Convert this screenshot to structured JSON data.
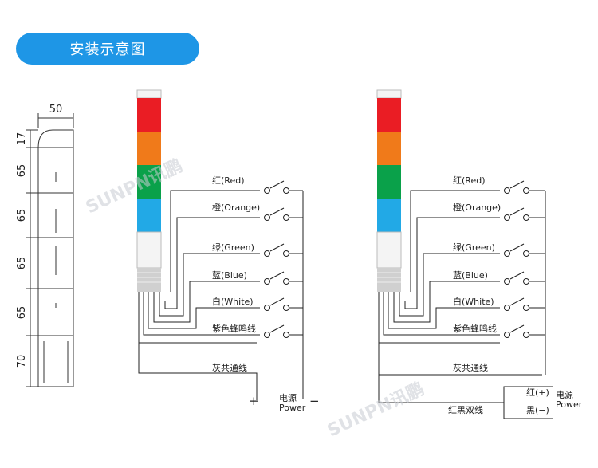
{
  "title": "安装示意图",
  "watermark": "SUNPN讯鹏",
  "dimensions": {
    "width": "50",
    "segments": [
      "17",
      "65",
      "65",
      "65",
      "65",
      "70"
    ]
  },
  "colors": {
    "accent": "#1e96e6",
    "red": "#ea1d24",
    "orange": "#f07a1a",
    "green": "#0aa14a",
    "blue": "#22a9e6",
    "white": "#f4f4f4",
    "gray": "#d0d0d0"
  },
  "left_diagram": {
    "signals": [
      "红(Red)",
      "橙(Orange)",
      "绿(Green)",
      "蓝(Blue)",
      "白(White)",
      "紫色蜂鸣线"
    ],
    "common": "灰共通线",
    "plus": "+",
    "minus": "−",
    "power_cn": "电源",
    "power_en": "Power"
  },
  "right_diagram": {
    "signals": [
      "红(Red)",
      "橙(Orange)",
      "绿(Green)",
      "蓝(Blue)",
      "白(White)",
      "紫色蜂鸣线"
    ],
    "common": "灰共通线",
    "dual": "红黑双线",
    "pos": "红(+)",
    "neg": "黑(−)",
    "power_cn": "电源",
    "power_en": "Power"
  }
}
